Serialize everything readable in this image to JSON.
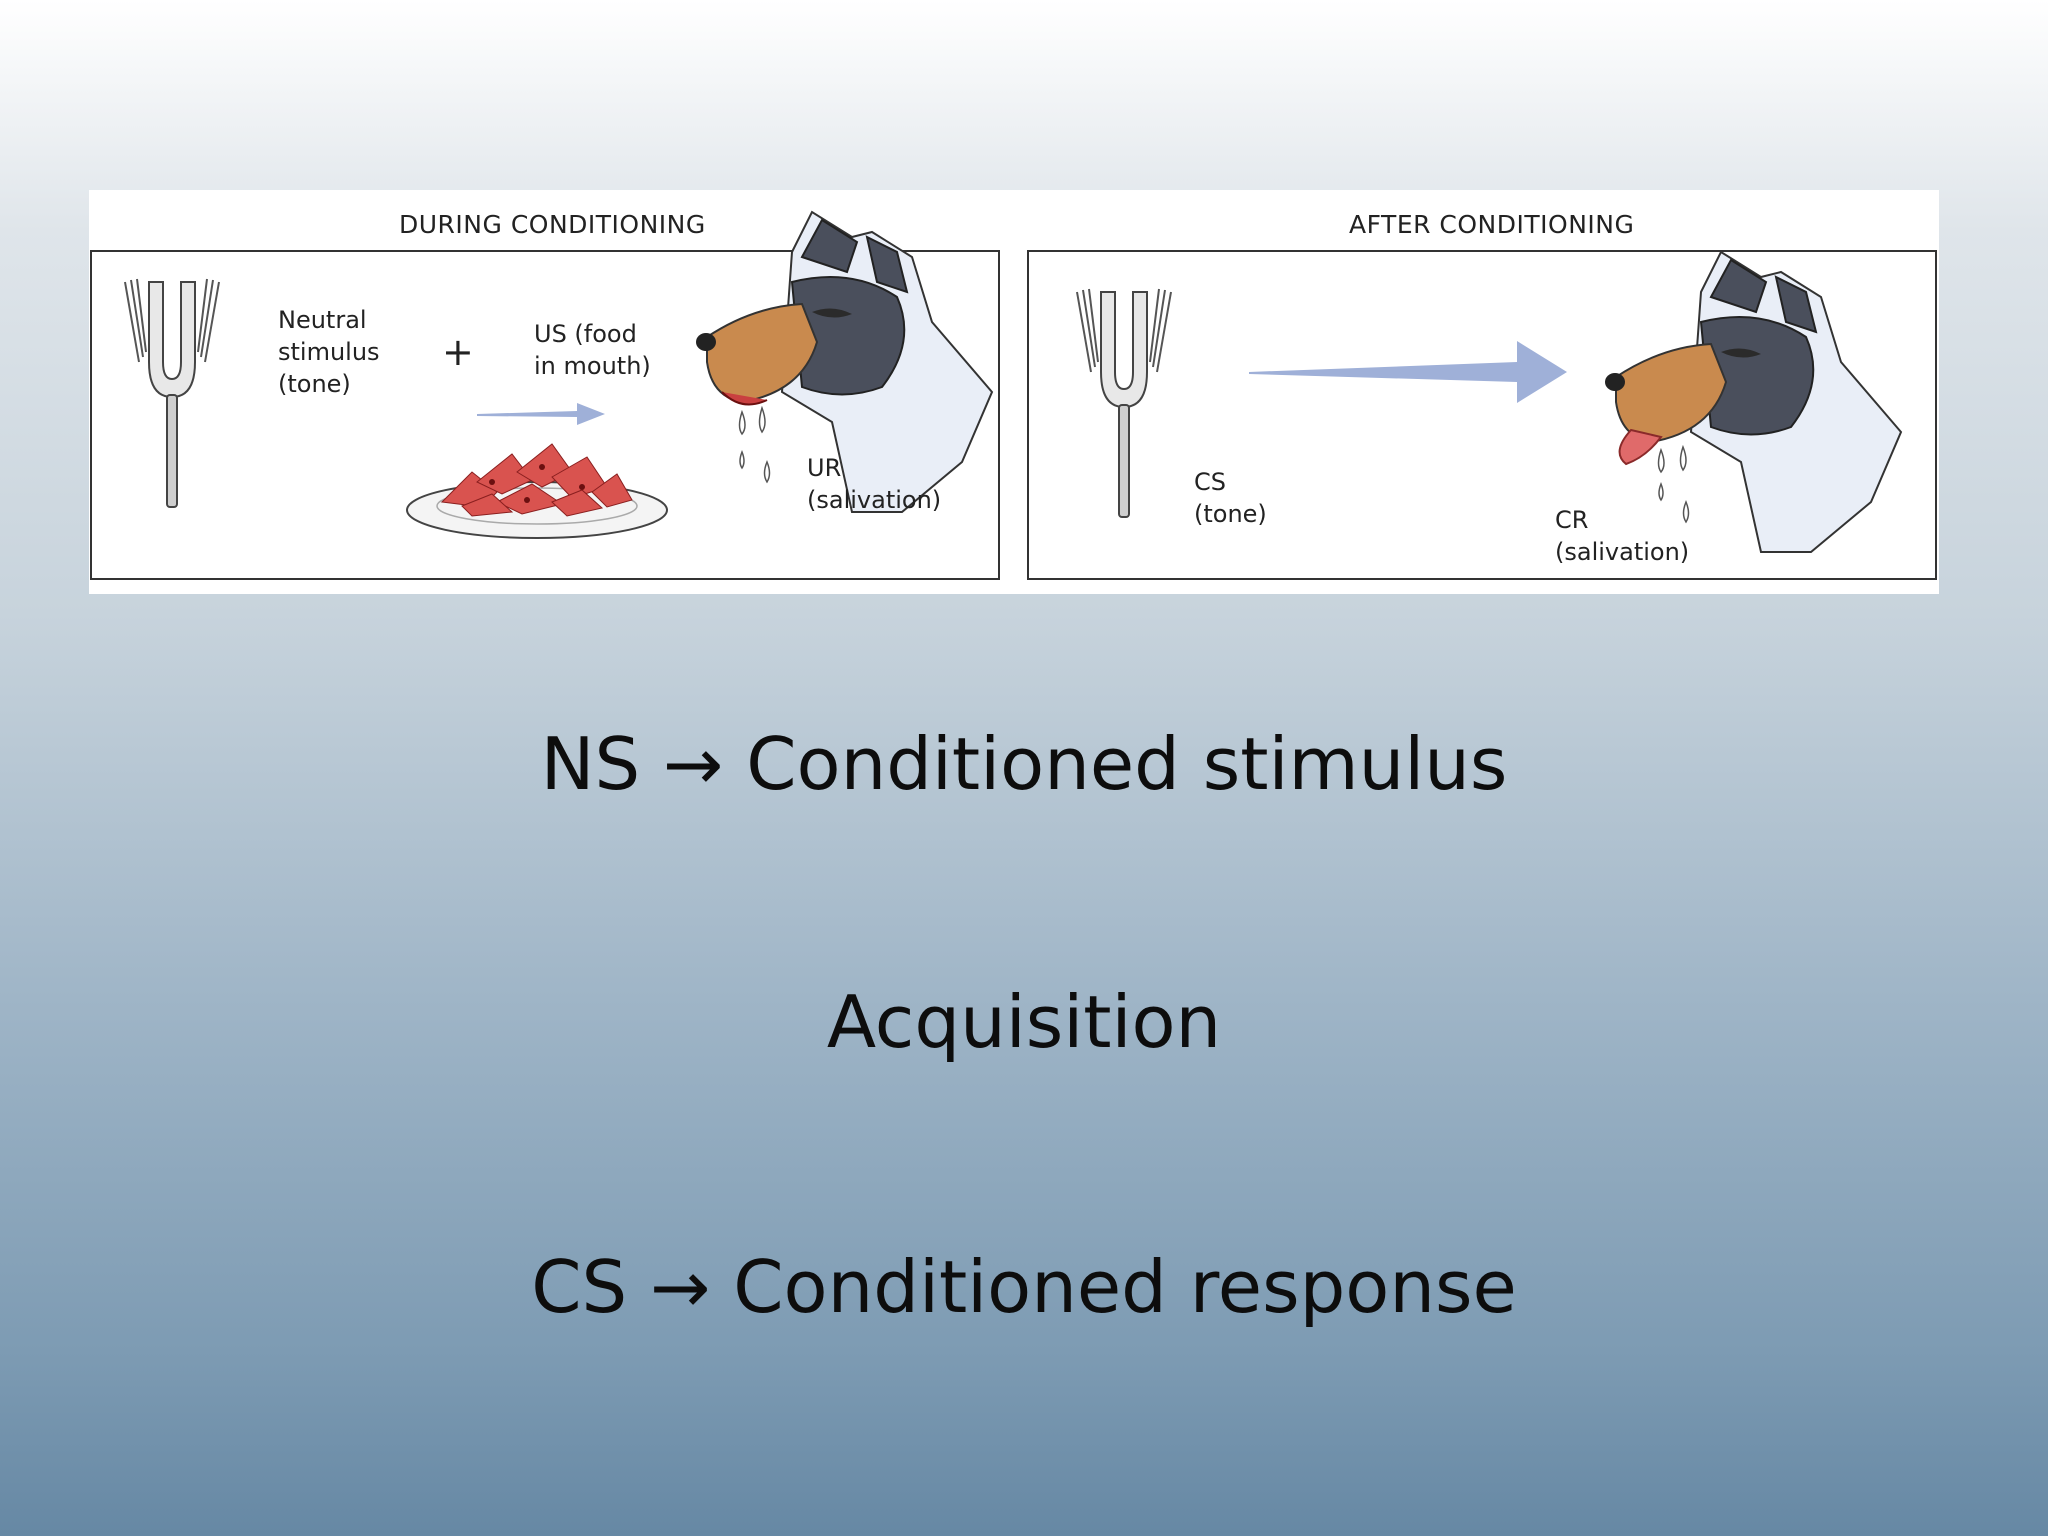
{
  "figure": {
    "during": {
      "title": "DURING CONDITIONING",
      "ns_label": "Neutral\nstimulus\n(tone)",
      "plus": "+",
      "us_label": "US (food\nin mouth)",
      "ur_label": "UR\n(salivation)"
    },
    "after": {
      "title": "AFTER CONDITIONING",
      "cs_label": "CS\n(tone)",
      "cr_label": "CR\n(salivation)"
    },
    "colors": {
      "arrow": "#9fb0d8",
      "dog_dark": "#4a4f5c",
      "dog_tan": "#c98a4e",
      "food": "#d9534f"
    },
    "icons": [
      "tuning-fork-icon",
      "food-plate-icon",
      "dog-head-icon",
      "arrow-icon"
    ]
  },
  "slide": {
    "line1": "NS → Conditioned stimulus",
    "line2": "Acquisition",
    "line3": "CS → Conditioned response"
  }
}
